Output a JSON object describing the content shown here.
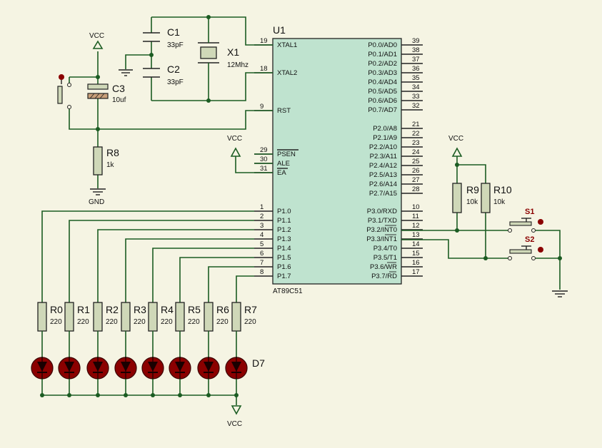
{
  "chip": {
    "ref": "U1",
    "part": "AT89C51",
    "left_pins": [
      {
        "num": "19",
        "name": "XTAL1"
      },
      {
        "num": "18",
        "name": "XTAL2"
      },
      {
        "num": "9",
        "name": "RST"
      },
      {
        "num": "29",
        "name": "PSEN"
      },
      {
        "num": "30",
        "name": "ALE"
      },
      {
        "num": "31",
        "name": "EA"
      },
      {
        "num": "1",
        "name": "P1.0"
      },
      {
        "num": "2",
        "name": "P1.1"
      },
      {
        "num": "3",
        "name": "P1.2"
      },
      {
        "num": "4",
        "name": "P1.3"
      },
      {
        "num": "5",
        "name": "P1.4"
      },
      {
        "num": "6",
        "name": "P1.5"
      },
      {
        "num": "7",
        "name": "P1.6"
      },
      {
        "num": "8",
        "name": "P1.7"
      }
    ],
    "right_pins": [
      {
        "num": "39",
        "name": "P0.0/AD0"
      },
      {
        "num": "38",
        "name": "P0.1/AD1"
      },
      {
        "num": "37",
        "name": "P0.2/AD2"
      },
      {
        "num": "36",
        "name": "P0.3/AD3"
      },
      {
        "num": "35",
        "name": "P0.4/AD4"
      },
      {
        "num": "34",
        "name": "P0.5/AD5"
      },
      {
        "num": "33",
        "name": "P0.6/AD6"
      },
      {
        "num": "32",
        "name": "P0.7/AD7"
      },
      {
        "num": "21",
        "name": "P2.0/A8"
      },
      {
        "num": "22",
        "name": "P2.1/A9"
      },
      {
        "num": "23",
        "name": "P2.2/A10"
      },
      {
        "num": "24",
        "name": "P2.3/A11"
      },
      {
        "num": "25",
        "name": "P2.4/A12"
      },
      {
        "num": "26",
        "name": "P2.5/A13"
      },
      {
        "num": "27",
        "name": "P2.6/A14"
      },
      {
        "num": "28",
        "name": "P2.7/A15"
      },
      {
        "num": "10",
        "name": "P3.0/RXD"
      },
      {
        "num": "11",
        "name": "P3.1/TXD"
      },
      {
        "num": "12",
        "name": "P3.2/INT0"
      },
      {
        "num": "13",
        "name": "P3.3/INT1"
      },
      {
        "num": "14",
        "name": "P3.4/T0"
      },
      {
        "num": "15",
        "name": "P3.5/T1"
      },
      {
        "num": "16",
        "name": "P3.6/WR"
      },
      {
        "num": "17",
        "name": "P3.7/RD"
      }
    ]
  },
  "crystal": {
    "c1": {
      "ref": "C1",
      "value": "33pF"
    },
    "c2": {
      "ref": "C2",
      "value": "33pF"
    },
    "x1": {
      "ref": "X1",
      "value": "12Mhz"
    }
  },
  "reset": {
    "c3": {
      "ref": "C3",
      "value": "10uf"
    },
    "r8": {
      "ref": "R8",
      "value": "1k"
    }
  },
  "power": {
    "vcc": "VCC",
    "gnd": "GND"
  },
  "leds": {
    "resistors": [
      {
        "ref": "R0",
        "value": "220"
      },
      {
        "ref": "R1",
        "value": "220"
      },
      {
        "ref": "R2",
        "value": "220"
      },
      {
        "ref": "R3",
        "value": "220"
      },
      {
        "ref": "R4",
        "value": "220"
      },
      {
        "ref": "R5",
        "value": "220"
      },
      {
        "ref": "R6",
        "value": "220"
      },
      {
        "ref": "R7",
        "value": "220"
      }
    ],
    "diode_label": "D7"
  },
  "switches": {
    "r9": {
      "ref": "R9",
      "value": "10k"
    },
    "r10": {
      "ref": "R10",
      "value": "10k"
    },
    "s1": "S1",
    "s2": "S2"
  }
}
